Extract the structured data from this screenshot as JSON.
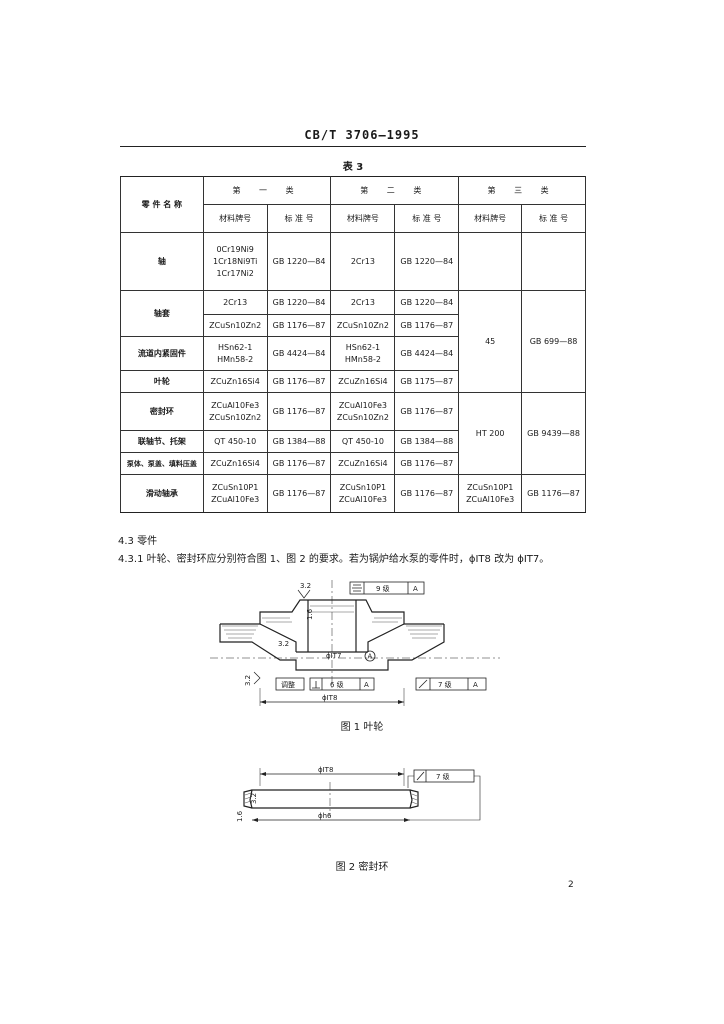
{
  "header": {
    "standard_id": "CB/T 3706—1995"
  },
  "table": {
    "title": "表 3",
    "part_name_header": "零 件 名 称",
    "groups": [
      "第 一 类",
      "第 二 类",
      "第 三 类"
    ],
    "sub_material": "材料牌号",
    "sub_standard": "标 准 号",
    "rows": {
      "shaft": {
        "name": "轴",
        "g1_mat": [
          "0Cr19Ni9",
          "1Cr18Ni9Ti",
          "1Cr17Ni2"
        ],
        "g1_std": "GB 1220—84",
        "g2_mat": "2Cr13",
        "g2_std": "GB 1220—84"
      },
      "sleeve": {
        "name": "轴套",
        "a_g1_mat": "2Cr13",
        "a_g1_std": "GB 1220—84",
        "a_g2_mat": "2Cr13",
        "a_g2_std": "GB 1220—84",
        "b_g1_mat": "ZCuSn10Zn2",
        "b_g1_std": "GB 1176—87",
        "b_g2_mat": "ZCuSn10Zn2",
        "b_g2_std": "GB 1176—87"
      },
      "fastener": {
        "name": "流道内紧固件",
        "g1_mat": [
          "HSn62-1",
          "HMn58-2"
        ],
        "g1_std": "GB 4424—84",
        "g2_mat": [
          "HSn62-1",
          "HMn58-2"
        ],
        "g2_std": "GB 4424—84"
      },
      "impeller": {
        "name": "叶轮",
        "g1_mat": "ZCuZn16Si4",
        "g1_std": "GB 1176—87",
        "g2_mat": "ZCuZn16Si4",
        "g2_std": "GB 1175—87"
      },
      "seal": {
        "name": "密封环",
        "g1_mat": [
          "ZCuAl10Fe3",
          "ZCuSn10Zn2"
        ],
        "g1_std": "GB 1176—87",
        "g2_mat": [
          "ZCuAl10Fe3",
          "ZCuSn10Zn2"
        ],
        "g2_std": "GB 1176—87"
      },
      "coupling": {
        "name": "联轴节、托架",
        "g1_mat": "QT 450-10",
        "g1_std": "GB 1384—88",
        "g2_mat": "QT 450-10",
        "g2_std": "GB 1384—88"
      },
      "casing": {
        "name": "泵体、泵盖、填料压盖",
        "g1_mat": "ZCuZn16Si4",
        "g1_std": "GB 1176—87",
        "g2_mat": "ZCuZn16Si4",
        "g2_std": "GB 1176—87"
      },
      "bearing": {
        "name": "滑动轴承",
        "g1_mat": [
          "ZCuSn10P1",
          "ZCuAl10Fe3"
        ],
        "g1_std": "GB 1176—87",
        "g2_mat": [
          "ZCuSn10P1",
          "ZCuAl10Fe3"
        ],
        "g2_std": "GB 1176—87",
        "g3_mat": [
          "ZCuSn10P1",
          "ZCuAl10Fe3"
        ],
        "g3_std": "GB 1176—87"
      }
    },
    "g3_span_a": {
      "mat": "45",
      "std": "GB 699—88"
    },
    "g3_span_b": {
      "mat": "HT 200",
      "std": "GB 9439—88"
    }
  },
  "section": {
    "heading": "4.3  零件",
    "clause": "4.3.1  叶轮、密封环应分别符合图 1、图 2 的要求。若为锅炉给水泵的零件时，ϕIT8 改为 ϕIT7。"
  },
  "figure1": {
    "caption": "图 1  叶轮",
    "labels": {
      "r_top": "3.2",
      "r_bore": "1.6",
      "r_face": "3.2",
      "r_left": "3.2",
      "bore_dia": "ϕIT7",
      "datum": "A",
      "tol_sym_grade": "9 级",
      "tol_perp_grade": "6 级",
      "tol_runout_grade": "7 级",
      "balance_note": "调整",
      "outer_dia": "ϕIT8"
    }
  },
  "figure2": {
    "caption": "图 2  密封环",
    "labels": {
      "top_dia": "ϕIT8",
      "bottom_dia": "ϕh6",
      "r_left": "1.6",
      "r_inner": "3.2",
      "tol_runout_grade": "7 级"
    }
  },
  "page": {
    "number": "2"
  }
}
